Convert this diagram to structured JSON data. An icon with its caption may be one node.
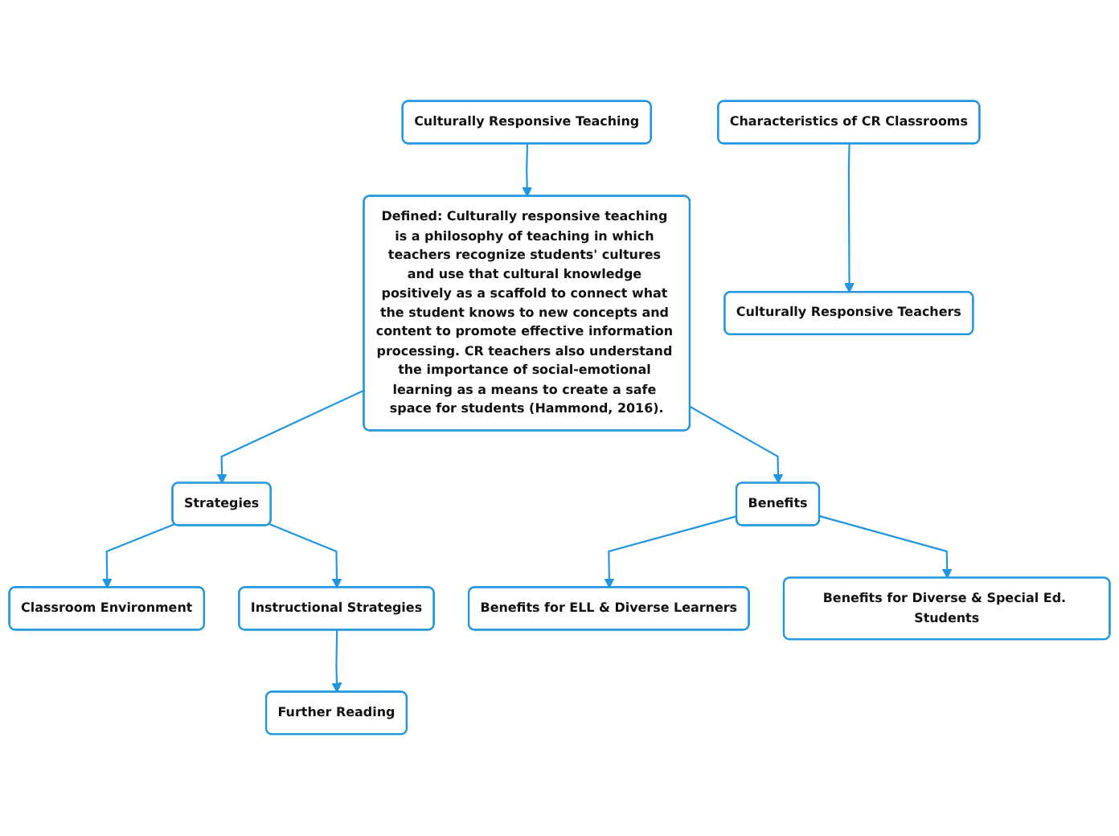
{
  "diagram": {
    "nodes": [
      {
        "text": [
          "Culturally Responsive Teaching"
        ]
      },
      {
        "text": [
          "Defined: Culturally responsive teaching is a philosophy of teaching in which teachers recognize students' cultures and use that cultural knowledge positively as a scaffold to connect what the student knows to new concepts and content to promote effective information processing. CR teachers also understand the importance of social-emotional learning as a means to create a safe space for students (Hammond, 2016)."
        ]
      },
      {
        "text": [
          "Characteristics of CR Classrooms"
        ]
      },
      {
        "text": [
          "Strategies"
        ]
      },
      {
        "text": [
          "Culturally Responsive Teachers"
        ]
      },
      {
        "text": [
          "Classroom Environment"
        ]
      },
      {
        "text": [
          "Instructional Strategies"
        ]
      },
      {
        "text": [
          "Benefits"
        ]
      },
      {
        "text": [
          "Further Reading"
        ]
      },
      {
        "text": [
          "Benefits for ELL & Diverse Learners"
        ]
      },
      {
        "text": [
          "Benefits for Diverse & Special Ed. Students"
        ]
      }
    ],
    "edges": [
      {
        "from": 0,
        "to": 1,
        "arrow": "to"
      },
      {
        "from": 2,
        "to": 4,
        "arrow": "to"
      },
      {
        "from": 1,
        "to": 3,
        "arrow": "to"
      },
      {
        "from": 3,
        "to": 5,
        "arrow": "to"
      },
      {
        "from": 3,
        "to": 6,
        "arrow": "to"
      },
      {
        "from": 1,
        "to": 7,
        "arrow": "to"
      },
      {
        "from": 6,
        "to": 8,
        "arrow": "to"
      },
      {
        "from": 7,
        "to": 9,
        "arrow": "to"
      },
      {
        "from": 7,
        "to": 10,
        "arrow": "to"
      }
    ]
  }
}
